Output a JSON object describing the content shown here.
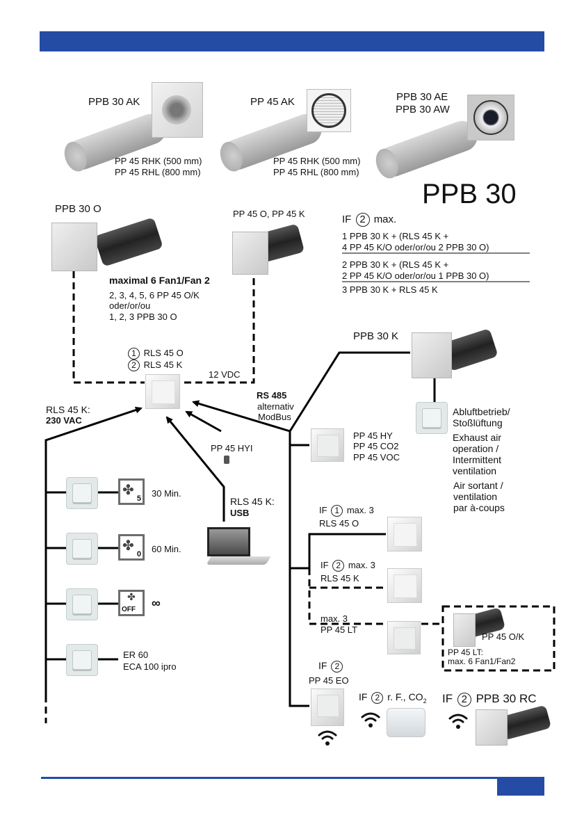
{
  "header": {
    "bar_color": "#244ca4"
  },
  "footer": {
    "bar_color": "#244ca4",
    "page_number": ""
  },
  "accessories": {
    "ppb30ak": {
      "label": "PPB 30 AK",
      "pipes": [
        "PP 45 RHK (500 mm)",
        "PP 45 RHL (800 mm)"
      ]
    },
    "pp45ak": {
      "label": "PP 45 AK",
      "pipes": [
        "PP 45 RHK (500 mm)",
        "PP 45 RHL (800 mm)"
      ]
    },
    "ppb30ae": {
      "labels": [
        "PPB 30 AE",
        "PPB 30 AW"
      ]
    }
  },
  "model_title": "PPB 30",
  "if2_max": {
    "prefix": "IF",
    "circle": "2",
    "suffix": "max.",
    "options": [
      [
        "1 PPB 30 K + (RLS 45 K +",
        "4 PP 45 K/O oder/or/ou 2 PPB 30 O)"
      ],
      [
        "2 PPB 30 K + (RLS 45 K +",
        "2 PP 45 K/O oder/or/ou 1 PPB 30 O)"
      ],
      [
        "3 PPB 30 K + RLS 45 K"
      ]
    ]
  },
  "fans": {
    "ppb30o": "PPB 30 O",
    "pp45ok": "PP 45 O, PP 45 K",
    "maximal_title": "maximal 6 Fan1/Fan 2",
    "maximal_lines": [
      "2, 3, 4, 5, 6 PP 45 O/K",
      "oder/or/ou",
      "1, 2, 3 PPB 30 O"
    ]
  },
  "controller": {
    "line1_circle": "1",
    "line1": "RLS 45 O",
    "line2_circle": "2",
    "line2": "RLS 45 K",
    "voltage_dc": "12 VDC"
  },
  "power": {
    "label": "RLS 45 K:",
    "value": "230 VAC"
  },
  "rs485": {
    "title": "RS 485",
    "line1": "alternativ",
    "line2": "ModBus"
  },
  "hyi": {
    "label": "PP 45 HYI"
  },
  "usb": {
    "label": "RLS 45 K:",
    "value": "USB"
  },
  "ppb30k": {
    "label": "PPB 30 K",
    "switch_text_de": [
      "Abluftbetrieb/",
      "Stoßlüftung"
    ],
    "switch_text_en": [
      "Exhaust air",
      "operation /",
      "Intermittent",
      "ventilation"
    ],
    "switch_text_fr": [
      "Air sortant /",
      "ventilation",
      "par à-coups"
    ]
  },
  "sensors": {
    "lines": [
      "PP 45 HY",
      "PP 45 CO2",
      "PP 45 VOC"
    ]
  },
  "switches": [
    {
      "icon": "fan-5-icon",
      "badge": "5",
      "label": "30 Min."
    },
    {
      "icon": "fan-0-icon",
      "badge": "0",
      "label": "60 Min."
    },
    {
      "icon": "fan-off-icon",
      "badge": "OFF",
      "label": "∞"
    },
    {
      "icon": "",
      "badge": "",
      "label_lines": [
        "ER 60",
        "ECA 100 ipro"
      ]
    }
  ],
  "bus_devices": {
    "if1": {
      "prefix": "IF",
      "circle": "1",
      "suffix": "max. 3",
      "line2": "RLS 45 O"
    },
    "if2": {
      "prefix": "IF",
      "circle": "2",
      "suffix": "max. 3",
      "line2": "RLS 45 K"
    },
    "lt": {
      "line1": "max. 3",
      "line2": "PP 45 LT"
    },
    "lt_box": {
      "device": "PP 45 O/K",
      "line1": "PP 45 LT:",
      "line2": "max. 6 Fan1/Fan2"
    }
  },
  "wireless": {
    "eo": {
      "prefix": "IF",
      "circle": "2",
      "label": "PP 45 EO"
    },
    "sensor": {
      "prefix": "IF",
      "circle": "2",
      "label": "r. F., CO",
      "sub": "2"
    },
    "rc": {
      "prefix": "IF",
      "circle": "2",
      "label": "PPB 30 RC"
    }
  }
}
